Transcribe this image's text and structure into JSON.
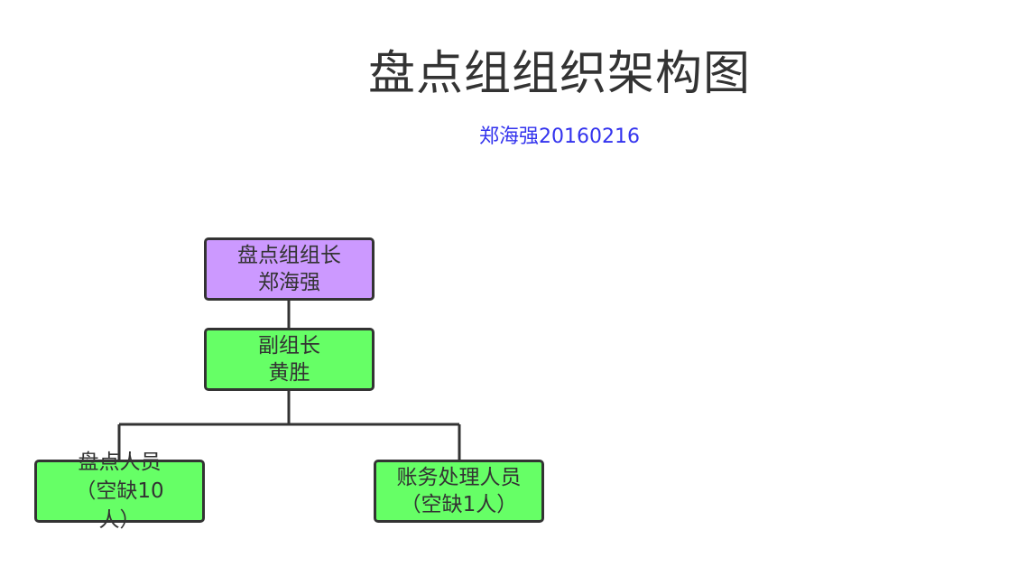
{
  "title": "盘点组组织架构图",
  "subtitle": "郑海强20160216",
  "colors": {
    "leader_fill": "#cc99ff",
    "member_fill": "#66ff66",
    "border": "#333333",
    "subtitle": "#3333ee"
  },
  "nodes": {
    "leader": {
      "line1": "盘点组组长",
      "line2": "郑海强"
    },
    "deputy": {
      "line1": "副组长",
      "line2": "黄胜"
    },
    "counters": {
      "line1": "盘点人员",
      "line2": "（空缺10",
      "line3": "人）"
    },
    "accounting": {
      "line1": "账务处理人员",
      "line2": "（空缺1人）"
    }
  }
}
